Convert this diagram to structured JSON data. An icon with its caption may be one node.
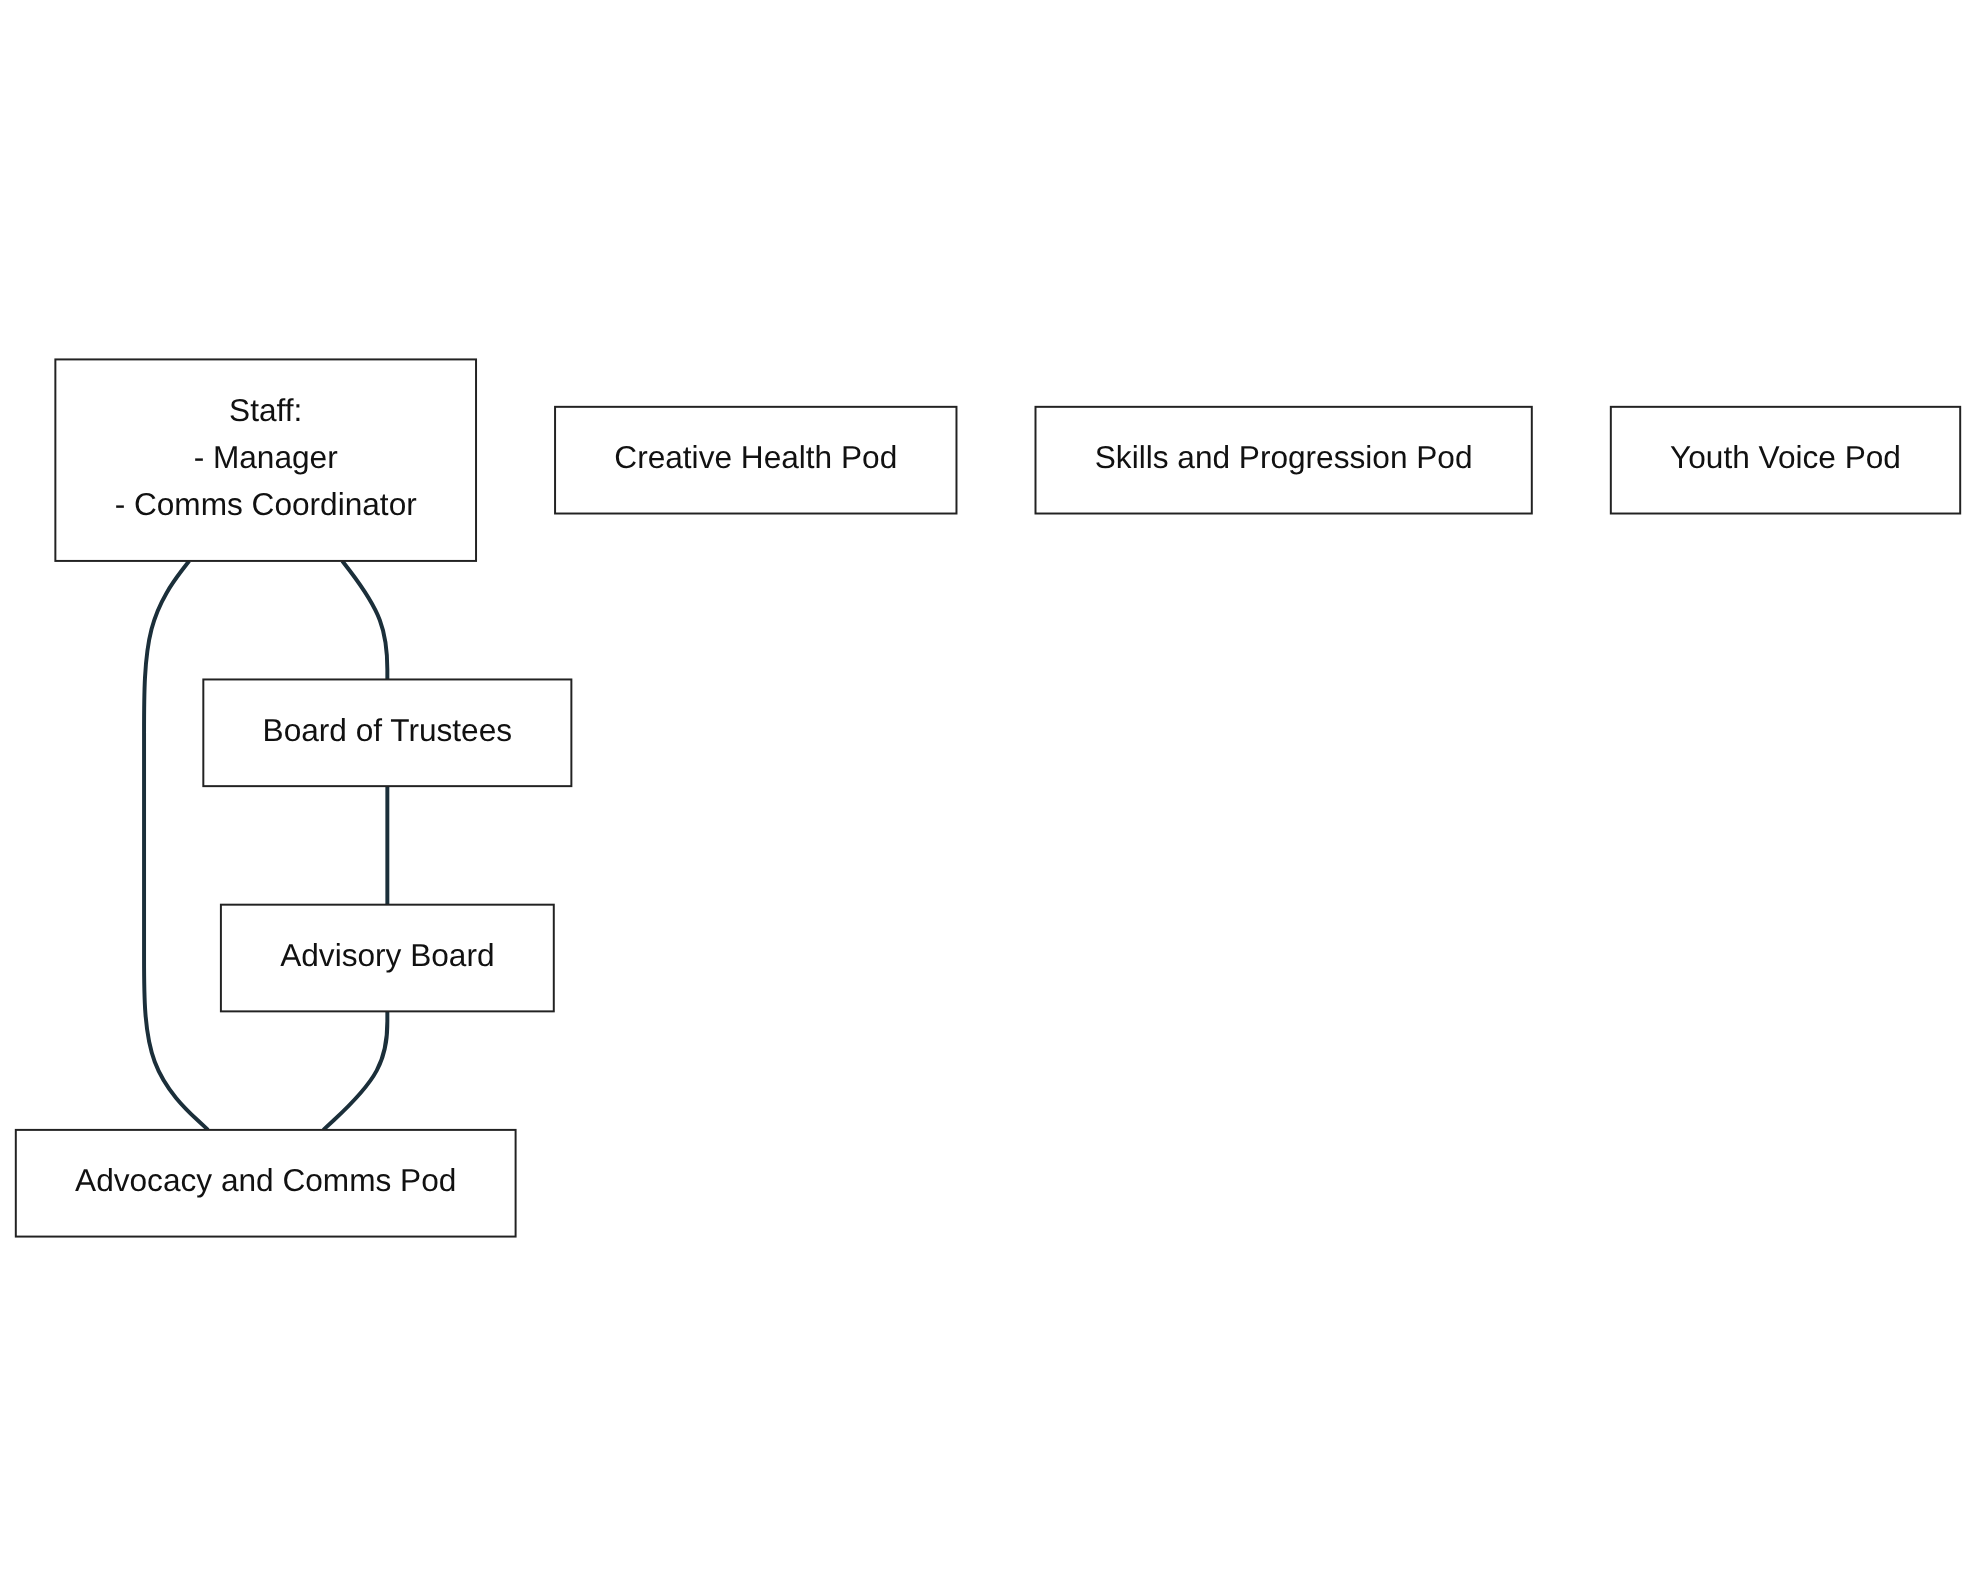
{
  "diagram": {
    "nodes": [
      {
        "text": [
          "Staff:",
          "- Manager",
          "- Comms Coordinator"
        ]
      },
      {
        "text": [
          "Board of Trustees"
        ]
      },
      {
        "text": [
          "Advisory Board"
        ]
      },
      {
        "text": [
          "Advocacy and Comms Pod"
        ]
      },
      {
        "text": [
          "Creative Health Pod"
        ]
      },
      {
        "text": [
          "Skills and Progression Pod"
        ]
      },
      {
        "text": [
          "Youth Voice Pod"
        ]
      }
    ],
    "edges": [
      {
        "from": 0,
        "to": 1,
        "arrow": "none"
      },
      {
        "from": 0,
        "to": 3,
        "arrow": "none"
      },
      {
        "from": 1,
        "to": 2,
        "arrow": "none"
      },
      {
        "from": 2,
        "to": 3,
        "arrow": "none"
      }
    ]
  }
}
